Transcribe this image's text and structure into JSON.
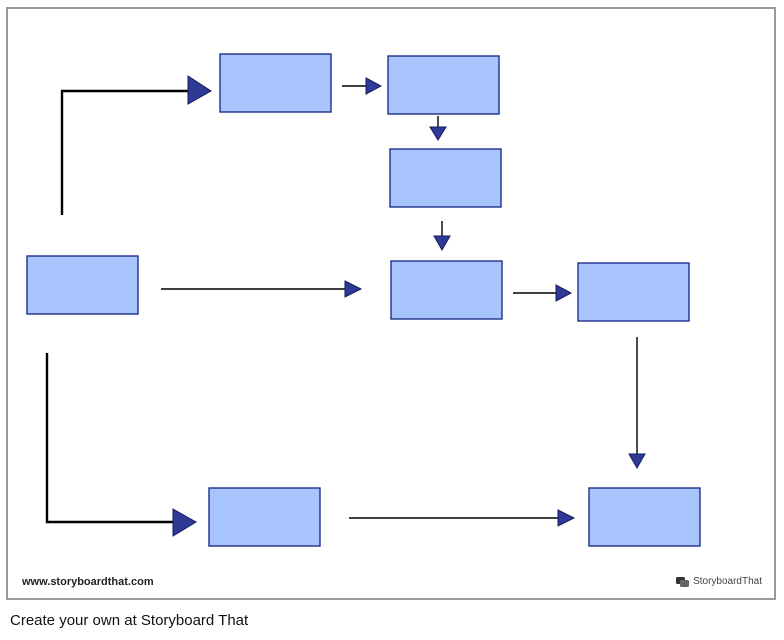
{
  "diagram": {
    "type": "flowchart",
    "box_fill": "#a8c4fc",
    "box_stroke": "#1e2f8a",
    "arrowhead_color": "#2f3a96",
    "boxes": [
      {
        "id": "start",
        "label": ""
      },
      {
        "id": "top-1",
        "label": ""
      },
      {
        "id": "top-2",
        "label": ""
      },
      {
        "id": "mid-1",
        "label": ""
      },
      {
        "id": "mid-2",
        "label": ""
      },
      {
        "id": "right-1",
        "label": ""
      },
      {
        "id": "bottom-1",
        "label": ""
      },
      {
        "id": "bottom-2",
        "label": ""
      }
    ],
    "connections": [
      {
        "from": "start",
        "to": "top-1"
      },
      {
        "from": "top-1",
        "to": "top-2"
      },
      {
        "from": "top-2",
        "to": "mid-1"
      },
      {
        "from": "mid-1",
        "to": "mid-2"
      },
      {
        "from": "start",
        "to": "mid-2"
      },
      {
        "from": "mid-2",
        "to": "right-1"
      },
      {
        "from": "right-1",
        "to": "bottom-2"
      },
      {
        "from": "start",
        "to": "bottom-1"
      },
      {
        "from": "bottom-1",
        "to": "bottom-2"
      }
    ]
  },
  "footer": {
    "url": "www.storyboardthat.com",
    "brand_name": "StoryboardThat"
  },
  "caption": "Create your own at Storyboard That"
}
